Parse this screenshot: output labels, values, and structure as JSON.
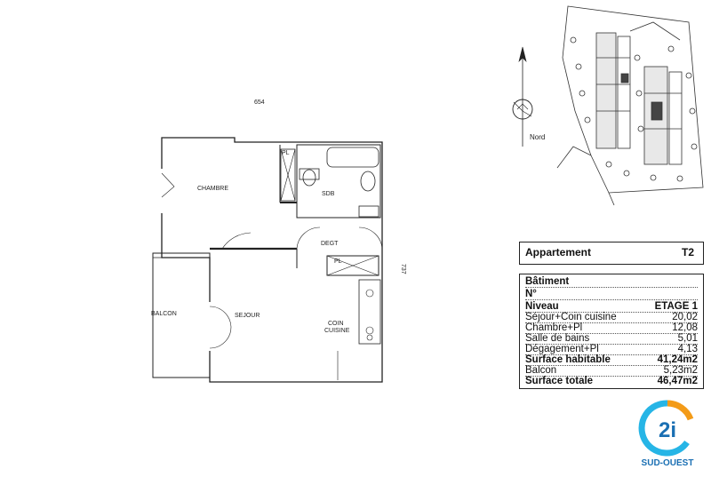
{
  "plan": {
    "dim_top": "654",
    "dim_right": "737",
    "rooms": {
      "chambre": "CHAMBRE",
      "sdb": "SDB",
      "degt": "DEGT",
      "balcon": "BALCON",
      "sejour": "SEJOUR",
      "coin1": "COIN",
      "coin2": "CUISINE",
      "pl1": "PL",
      "pl2": "PL"
    }
  },
  "compass": {
    "label": "Nord"
  },
  "summary": {
    "title": "Appartement",
    "type": "T2"
  },
  "details": {
    "batiment_label": "Bâtiment",
    "numero_label": "N°",
    "rows": [
      {
        "label": "Niveau",
        "value": "ETAGE 1",
        "bold": true
      },
      {
        "label": "Séjour+Coin cuisine",
        "value": "20,02"
      },
      {
        "label": "Chambre+Pl",
        "value": "12,08"
      },
      {
        "label": "Salle de bains",
        "value": "5,01"
      },
      {
        "label": "Dégagement+Pl",
        "value": "4,13"
      },
      {
        "label": "Surface habitable",
        "value": "41,24m2",
        "bold": true
      },
      {
        "label": "Balcon",
        "value": "5,23m2"
      },
      {
        "label": "Surface totale",
        "value": "46,47m2",
        "bold": true
      }
    ]
  },
  "logo": {
    "mark": "2i",
    "text": "SUD-OUEST",
    "colors": {
      "cyan": "#26b5e6",
      "orange": "#f39b18",
      "blue": "#1a6fb3"
    }
  }
}
